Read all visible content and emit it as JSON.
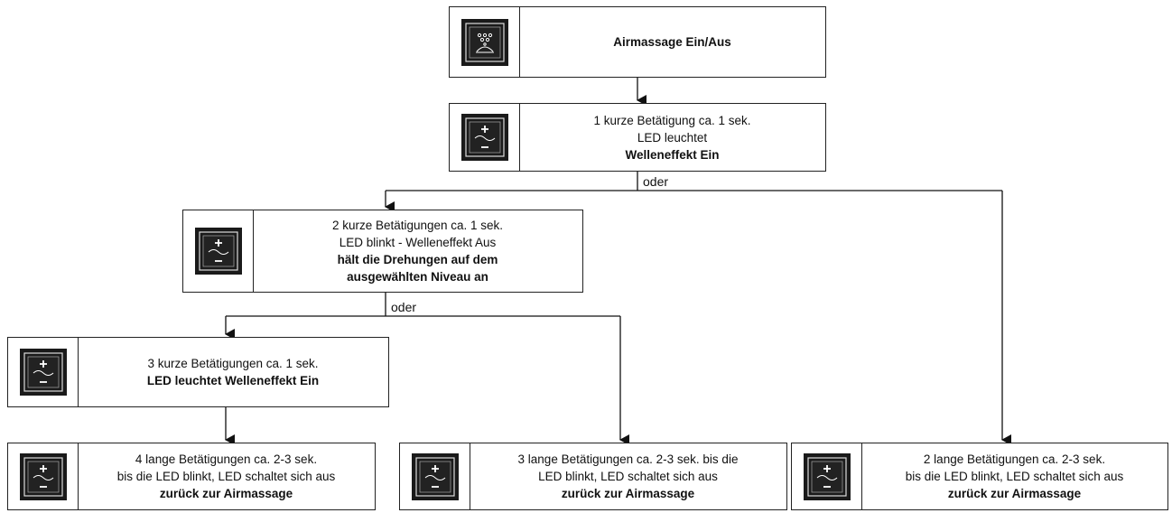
{
  "boxes": {
    "airmassage": {
      "icon": "airmassage-icon",
      "lines": [],
      "bold": [
        "Airmassage Ein/Aus"
      ]
    },
    "step1": {
      "icon": "wave-plus-minus-icon",
      "lines": [
        "1 kurze Betätigung ca. 1 sek.",
        "LED leuchtet"
      ],
      "bold": [
        "Welleneffekt Ein"
      ]
    },
    "step2": {
      "icon": "wave-plus-minus-icon",
      "lines": [
        "2 kurze Betätigungen ca. 1 sek.",
        "LED blinkt - Welleneffekt Aus"
      ],
      "bold": [
        "hält die Drehungen auf dem",
        "ausgewählten Niveau an"
      ]
    },
    "step3": {
      "icon": "wave-plus-minus-icon",
      "lines": [
        "3 kurze Betätigungen ca. 1 sek."
      ],
      "bold": [
        "LED leuchtet Welleneffekt Ein"
      ]
    },
    "step4": {
      "icon": "wave-plus-minus-icon",
      "lines": [
        "4 lange Betätigungen ca. 2-3 sek.",
        "bis die LED blinkt, LED schaltet sich aus"
      ],
      "bold": [
        "zurück zur Airmassage"
      ]
    },
    "step3long": {
      "icon": "wave-plus-minus-icon",
      "lines": [
        "3 lange Betätigungen ca. 2-3 sek. bis die",
        "LED blinkt, LED schaltet sich aus"
      ],
      "bold": [
        "zurück zur Airmassage"
      ]
    },
    "step2long": {
      "icon": "wave-plus-minus-icon",
      "lines": [
        "2 lange Betätigungen ca. 2-3 sek.",
        "bis die LED blinkt, LED schaltet sich aus"
      ],
      "bold": [
        "zurück zur Airmassage"
      ]
    }
  },
  "connectors": {
    "oder_1": "oder",
    "oder_2": "oder"
  }
}
